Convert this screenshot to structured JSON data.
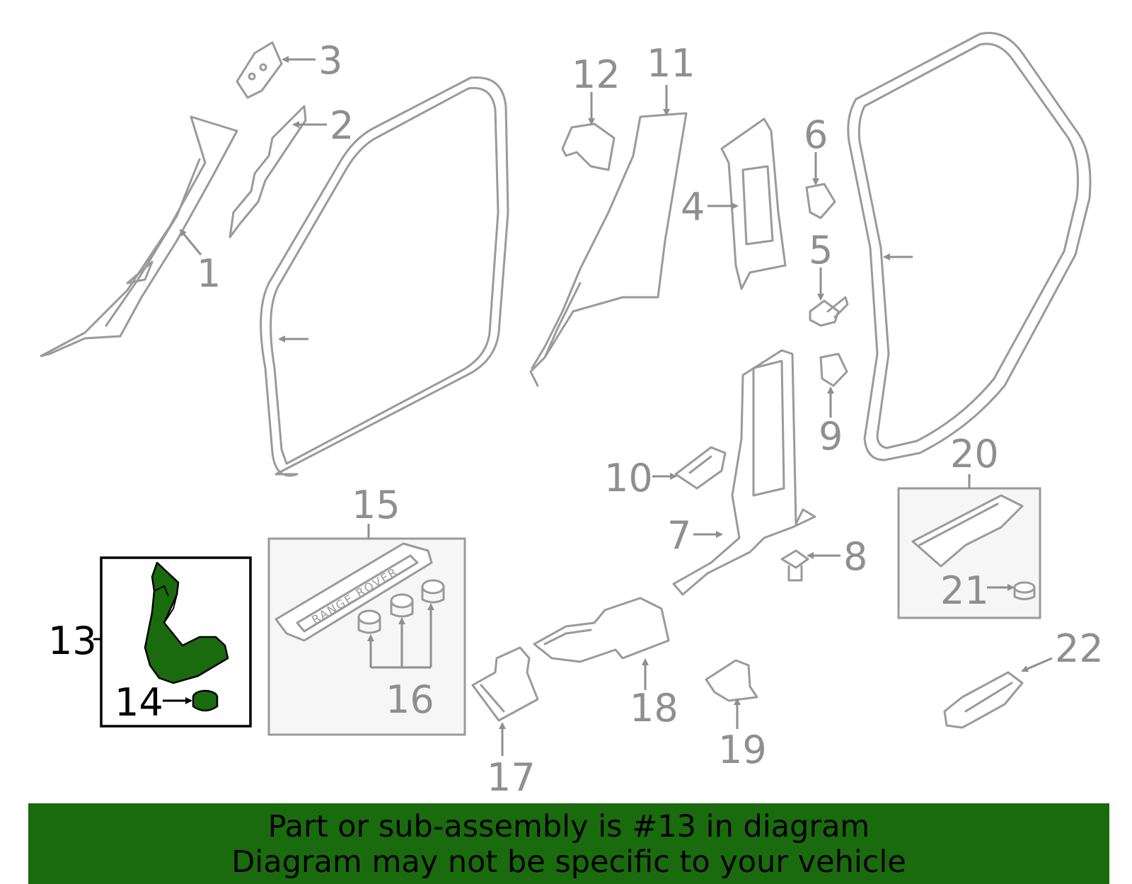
{
  "callouts": [
    "1",
    "2",
    "3",
    "4",
    "5",
    "6",
    "7",
    "8",
    "9",
    "10",
    "11",
    "12",
    "13",
    "14",
    "15",
    "16",
    "17",
    "18",
    "19",
    "20",
    "21",
    "22"
  ],
  "highlight": {
    "part": "13",
    "fastener": "14",
    "color": "#1a6b0e"
  },
  "badge_text": "RANGE ROVER",
  "footer": {
    "line1": "Part or sub-assembly is #13 in diagram",
    "line2": "Diagram may not be specific to your vehicle",
    "background": "#1a6b0e"
  }
}
